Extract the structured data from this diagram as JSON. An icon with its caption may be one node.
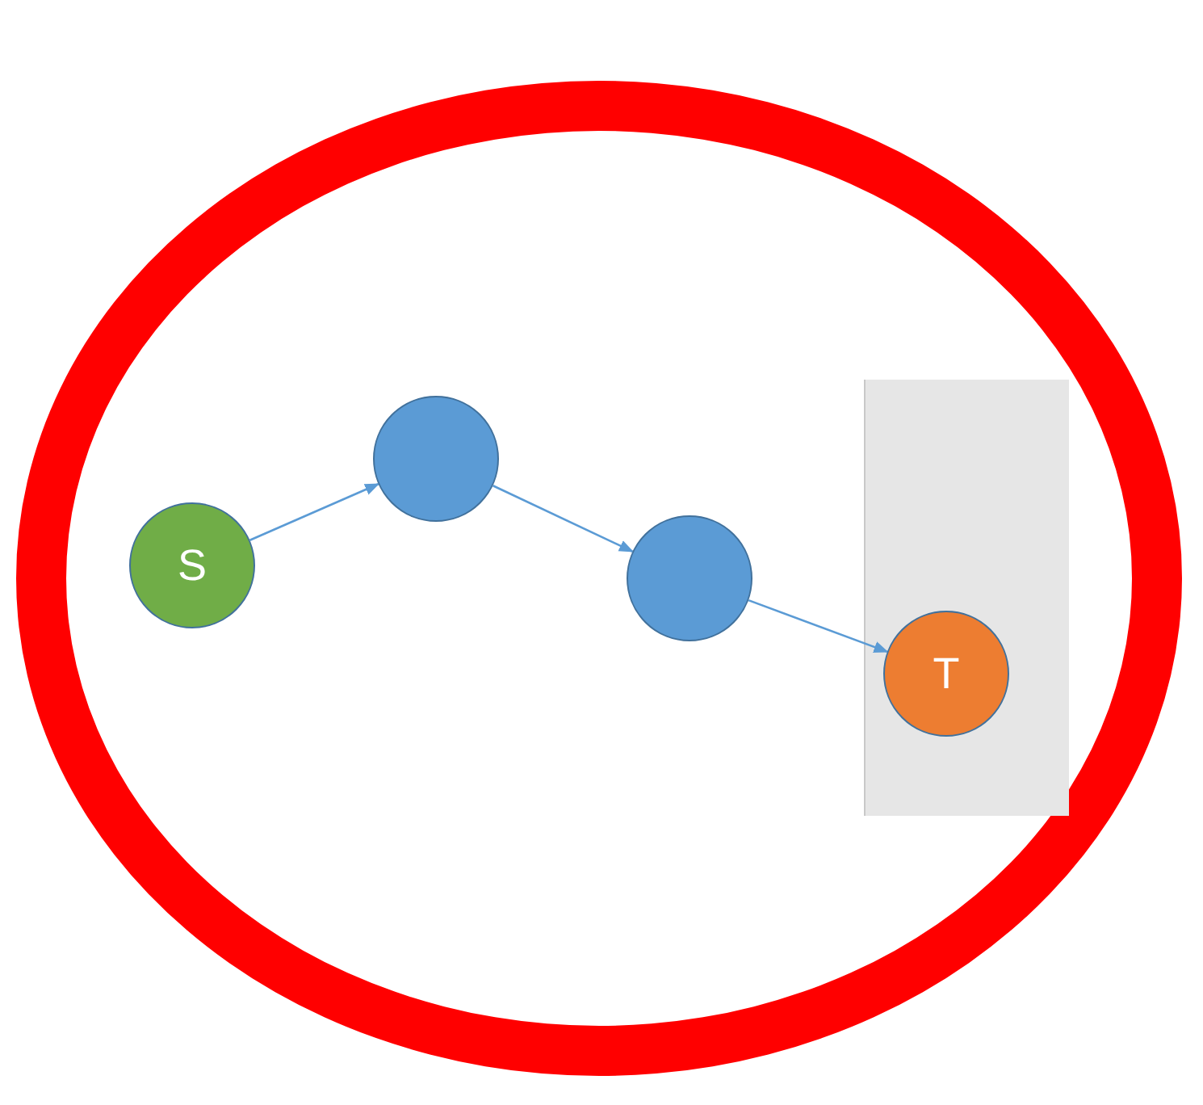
{
  "diagram": {
    "nodes": [
      {
        "text": [],
        "shape": "ellipse"
      },
      {
        "text": [
          "S"
        ],
        "in": 0
      },
      {
        "text": [],
        "shape": "circle",
        "in": 0
      },
      {
        "text": [],
        "shape": "circle",
        "in": 0
      },
      {
        "text": [],
        "shape": "box",
        "in": 0
      },
      {
        "text": [
          "T"
        ],
        "in": 4
      }
    ],
    "edges": [
      {
        "from": 1,
        "to": 2,
        "arrow": "to"
      },
      {
        "from": 2,
        "to": 3,
        "arrow": "to"
      },
      {
        "from": 3,
        "to": 5,
        "arrow": "to"
      }
    ]
  }
}
